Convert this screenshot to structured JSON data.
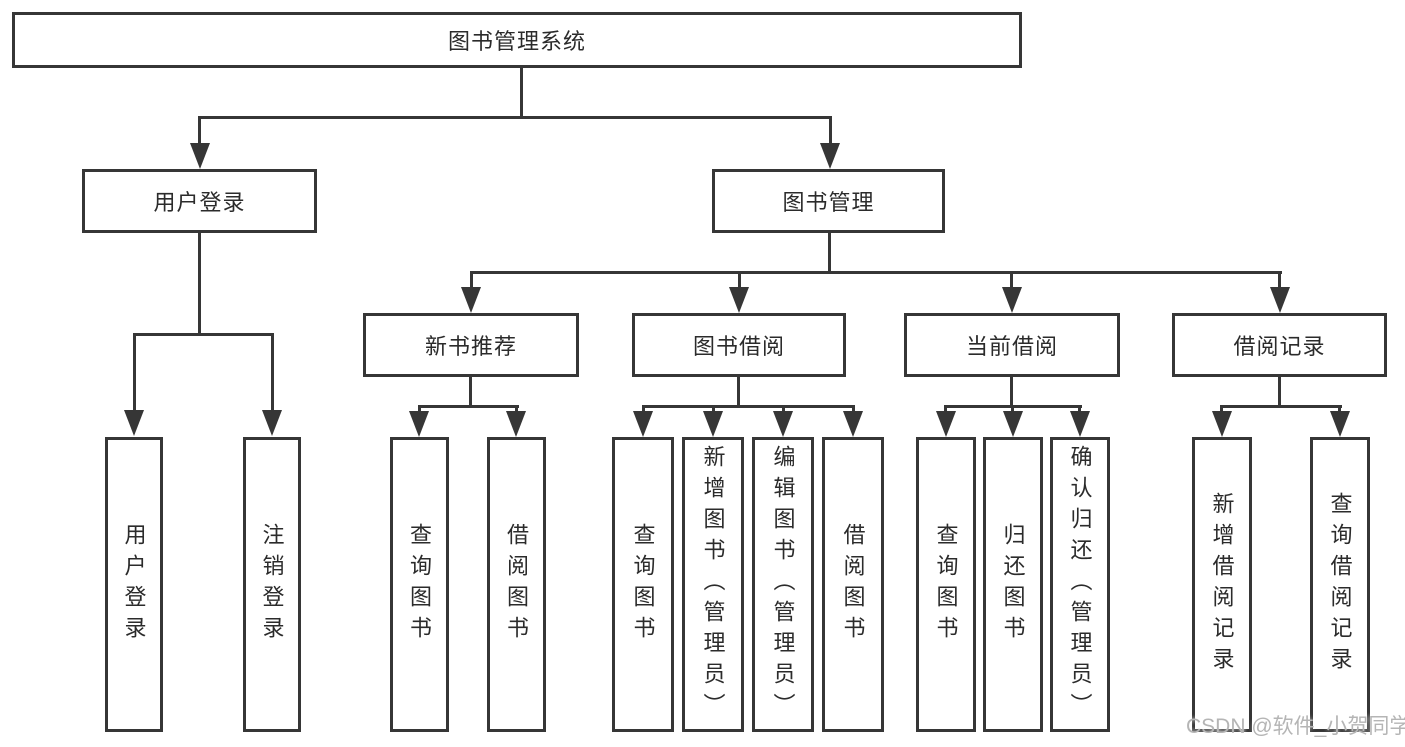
{
  "diagram": {
    "title": "图书管理系统",
    "branches": [
      {
        "label": "用户登录",
        "children": [
          {
            "label": "用户登录"
          },
          {
            "label": "注销登录"
          }
        ]
      },
      {
        "label": "图书管理",
        "children": [
          {
            "label": "新书推荐",
            "children": [
              {
                "label": "查询图书"
              },
              {
                "label": "借阅图书"
              }
            ]
          },
          {
            "label": "图书借阅",
            "children": [
              {
                "label": "查询图书"
              },
              {
                "label": "新增图书（管理员）"
              },
              {
                "label": "编辑图书（管理员）"
              },
              {
                "label": "借阅图书"
              }
            ]
          },
          {
            "label": "当前借阅",
            "children": [
              {
                "label": "查询图书"
              },
              {
                "label": "归还图书"
              },
              {
                "label": "确认归还（管理员）"
              }
            ]
          },
          {
            "label": "借阅记录",
            "children": [
              {
                "label": "新增借阅记录"
              },
              {
                "label": "查询借阅记录"
              }
            ]
          }
        ]
      }
    ]
  },
  "watermark": "CSDN @软件_小贺同学",
  "colors": {
    "line": "#363636",
    "text": "#2b2b2b",
    "watermark": "#b5b5b5",
    "background": "#ffffff"
  }
}
